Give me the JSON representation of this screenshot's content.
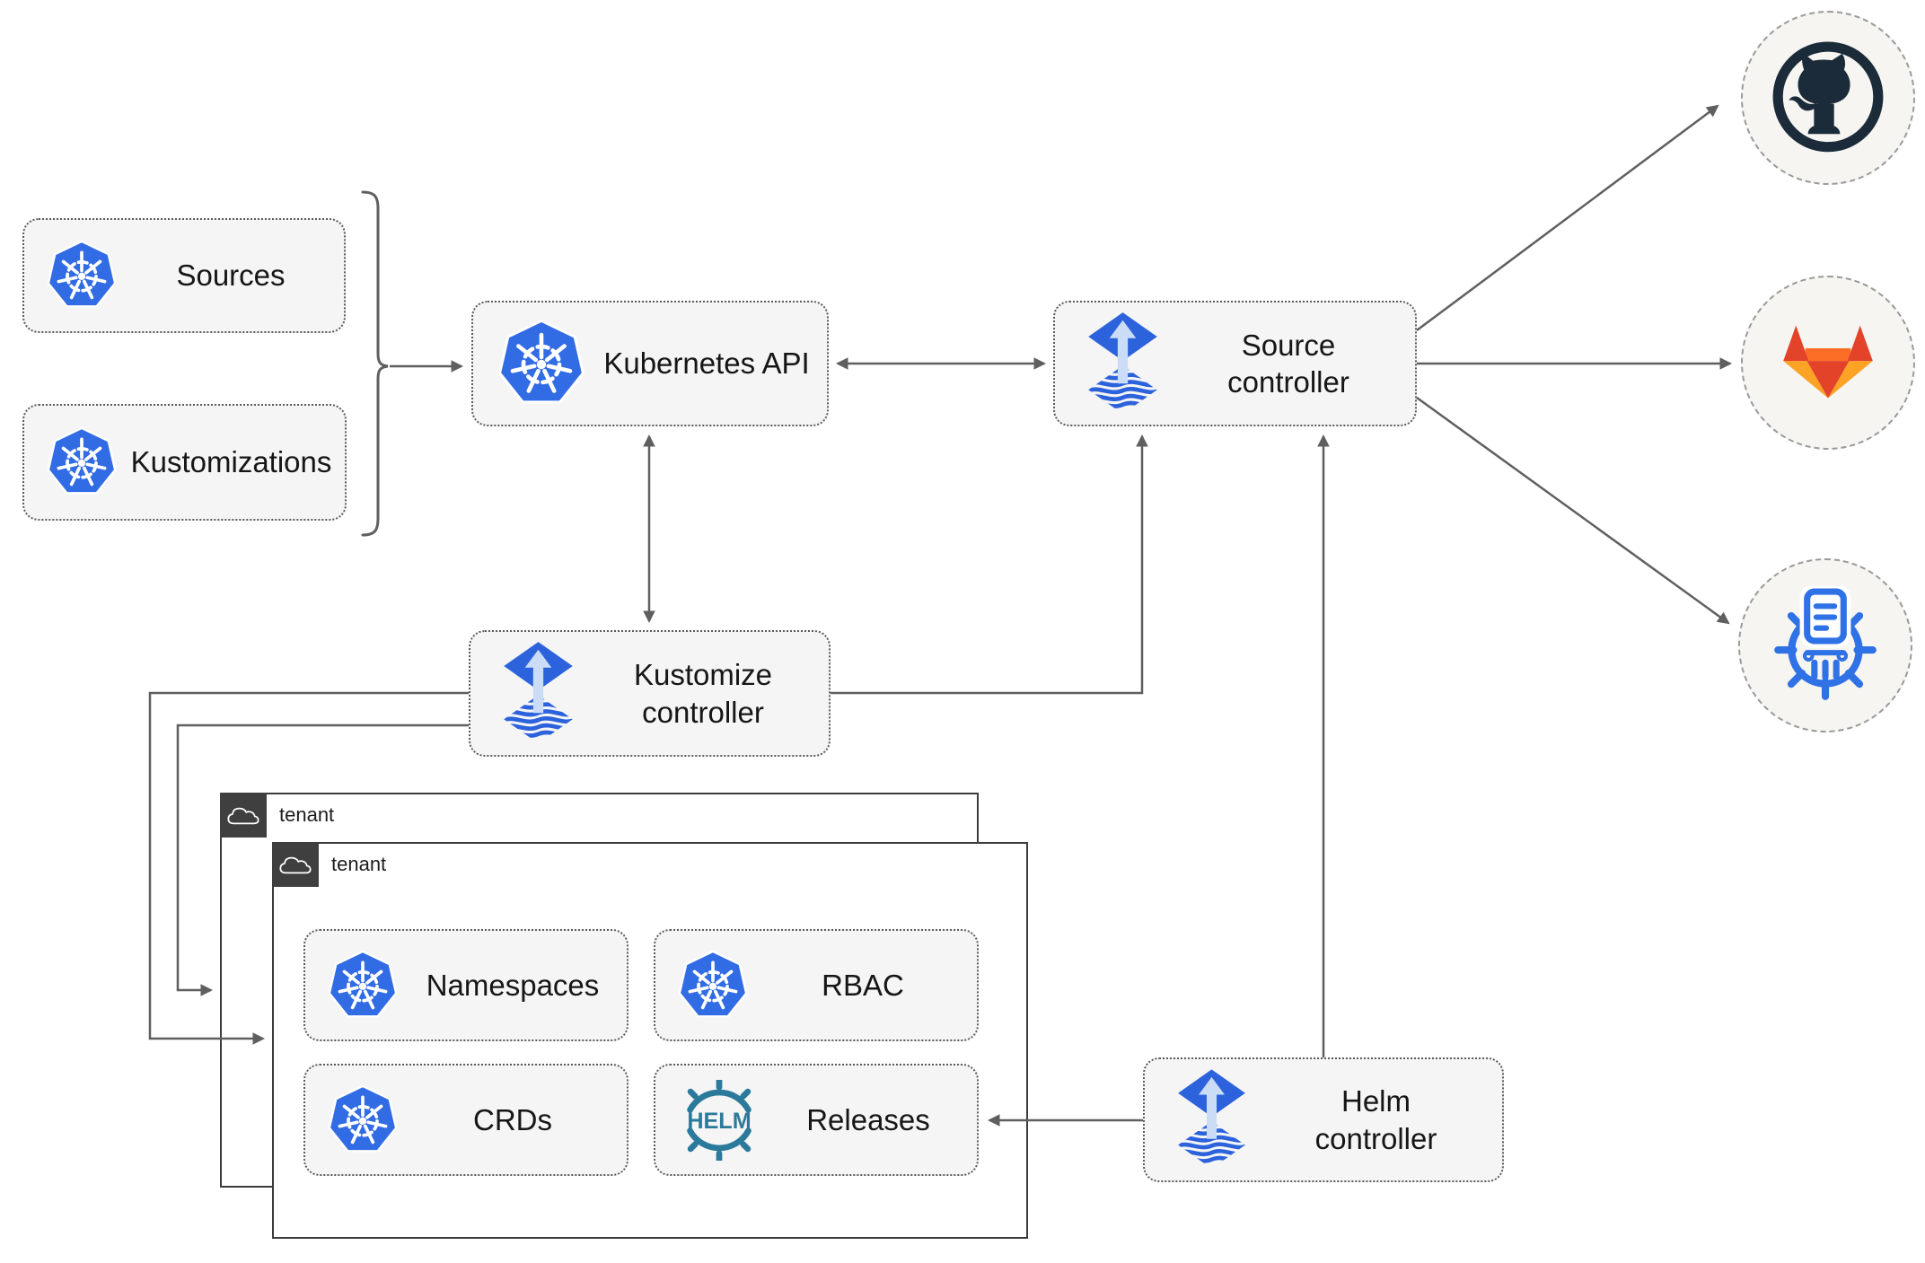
{
  "nodes": {
    "sources": {
      "label": "Sources",
      "icon": "kubernetes"
    },
    "kustomizations": {
      "label": "Kustomizations",
      "icon": "kubernetes"
    },
    "kubernetes_api": {
      "label": "Kubernetes API",
      "icon": "kubernetes"
    },
    "source_controller": {
      "label": "Source controller",
      "icon": "flux"
    },
    "kustomize_controller": {
      "label": "Kustomize controller",
      "icon": "flux"
    },
    "helm_controller": {
      "label": "Helm controller",
      "icon": "flux"
    },
    "namespaces": {
      "label": "Namespaces",
      "icon": "kubernetes"
    },
    "rbac": {
      "label": "RBAC",
      "icon": "kubernetes"
    },
    "crds": {
      "label": "CRDs",
      "icon": "kubernetes"
    },
    "releases": {
      "label": "Releases",
      "icon": "helm",
      "logo_text": "HELM"
    }
  },
  "groups": {
    "outer_tenant": {
      "label": "tenant",
      "icon": "cloud"
    },
    "inner_tenant": {
      "label": "tenant",
      "icon": "cloud"
    }
  },
  "endpoints": {
    "github": {
      "icon": "github-logo"
    },
    "gitlab": {
      "icon": "gitlab-logo"
    },
    "chart_repository": {
      "icon": "chartmuseum-logo"
    }
  },
  "edges": [
    {
      "from": "sources+kustomizations",
      "to": "kubernetes_api",
      "style": "arrow"
    },
    {
      "from": "kubernetes_api",
      "to": "source_controller",
      "style": "double-arrow"
    },
    {
      "from": "kubernetes_api",
      "to": "kustomize_controller",
      "style": "double-arrow"
    },
    {
      "from": "kustomize_controller",
      "to": "source_controller",
      "style": "arrow"
    },
    {
      "from": "helm_controller",
      "to": "source_controller",
      "style": "arrow"
    },
    {
      "from": "source_controller",
      "to": "github",
      "style": "arrow"
    },
    {
      "from": "source_controller",
      "to": "gitlab",
      "style": "arrow"
    },
    {
      "from": "source_controller",
      "to": "chart_repository",
      "style": "arrow"
    },
    {
      "from": "kustomize_controller",
      "to": "inner_tenant",
      "style": "arrow"
    },
    {
      "from": "kustomize_controller",
      "to": "outer_tenant",
      "style": "arrow"
    },
    {
      "from": "helm_controller",
      "to": "releases",
      "style": "arrow"
    }
  ],
  "colors": {
    "kubernetes_blue": "#326ce5",
    "flux_blue": "#2c63dd",
    "flux_arrow_light": "#cbdcf7",
    "helm_teal": "#2b7a9b",
    "github_dark": "#1b2b3a",
    "gitlab_red_orange": "#e24329",
    "gitlab_orange": "#fc6d26",
    "gitlab_light_orange": "#fca326",
    "chartmuseum_blue": "#2f72e6",
    "connector_gray": "#5f5f5f",
    "node_fill": "#f5f5f5",
    "node_border": "#5b5b5b",
    "tenant_border": "#3c3c3c",
    "tenant_badge_bg": "#3f3f3f",
    "endpoint_fill": "#f6f5f1",
    "endpoint_border": "#9a9a9a"
  }
}
